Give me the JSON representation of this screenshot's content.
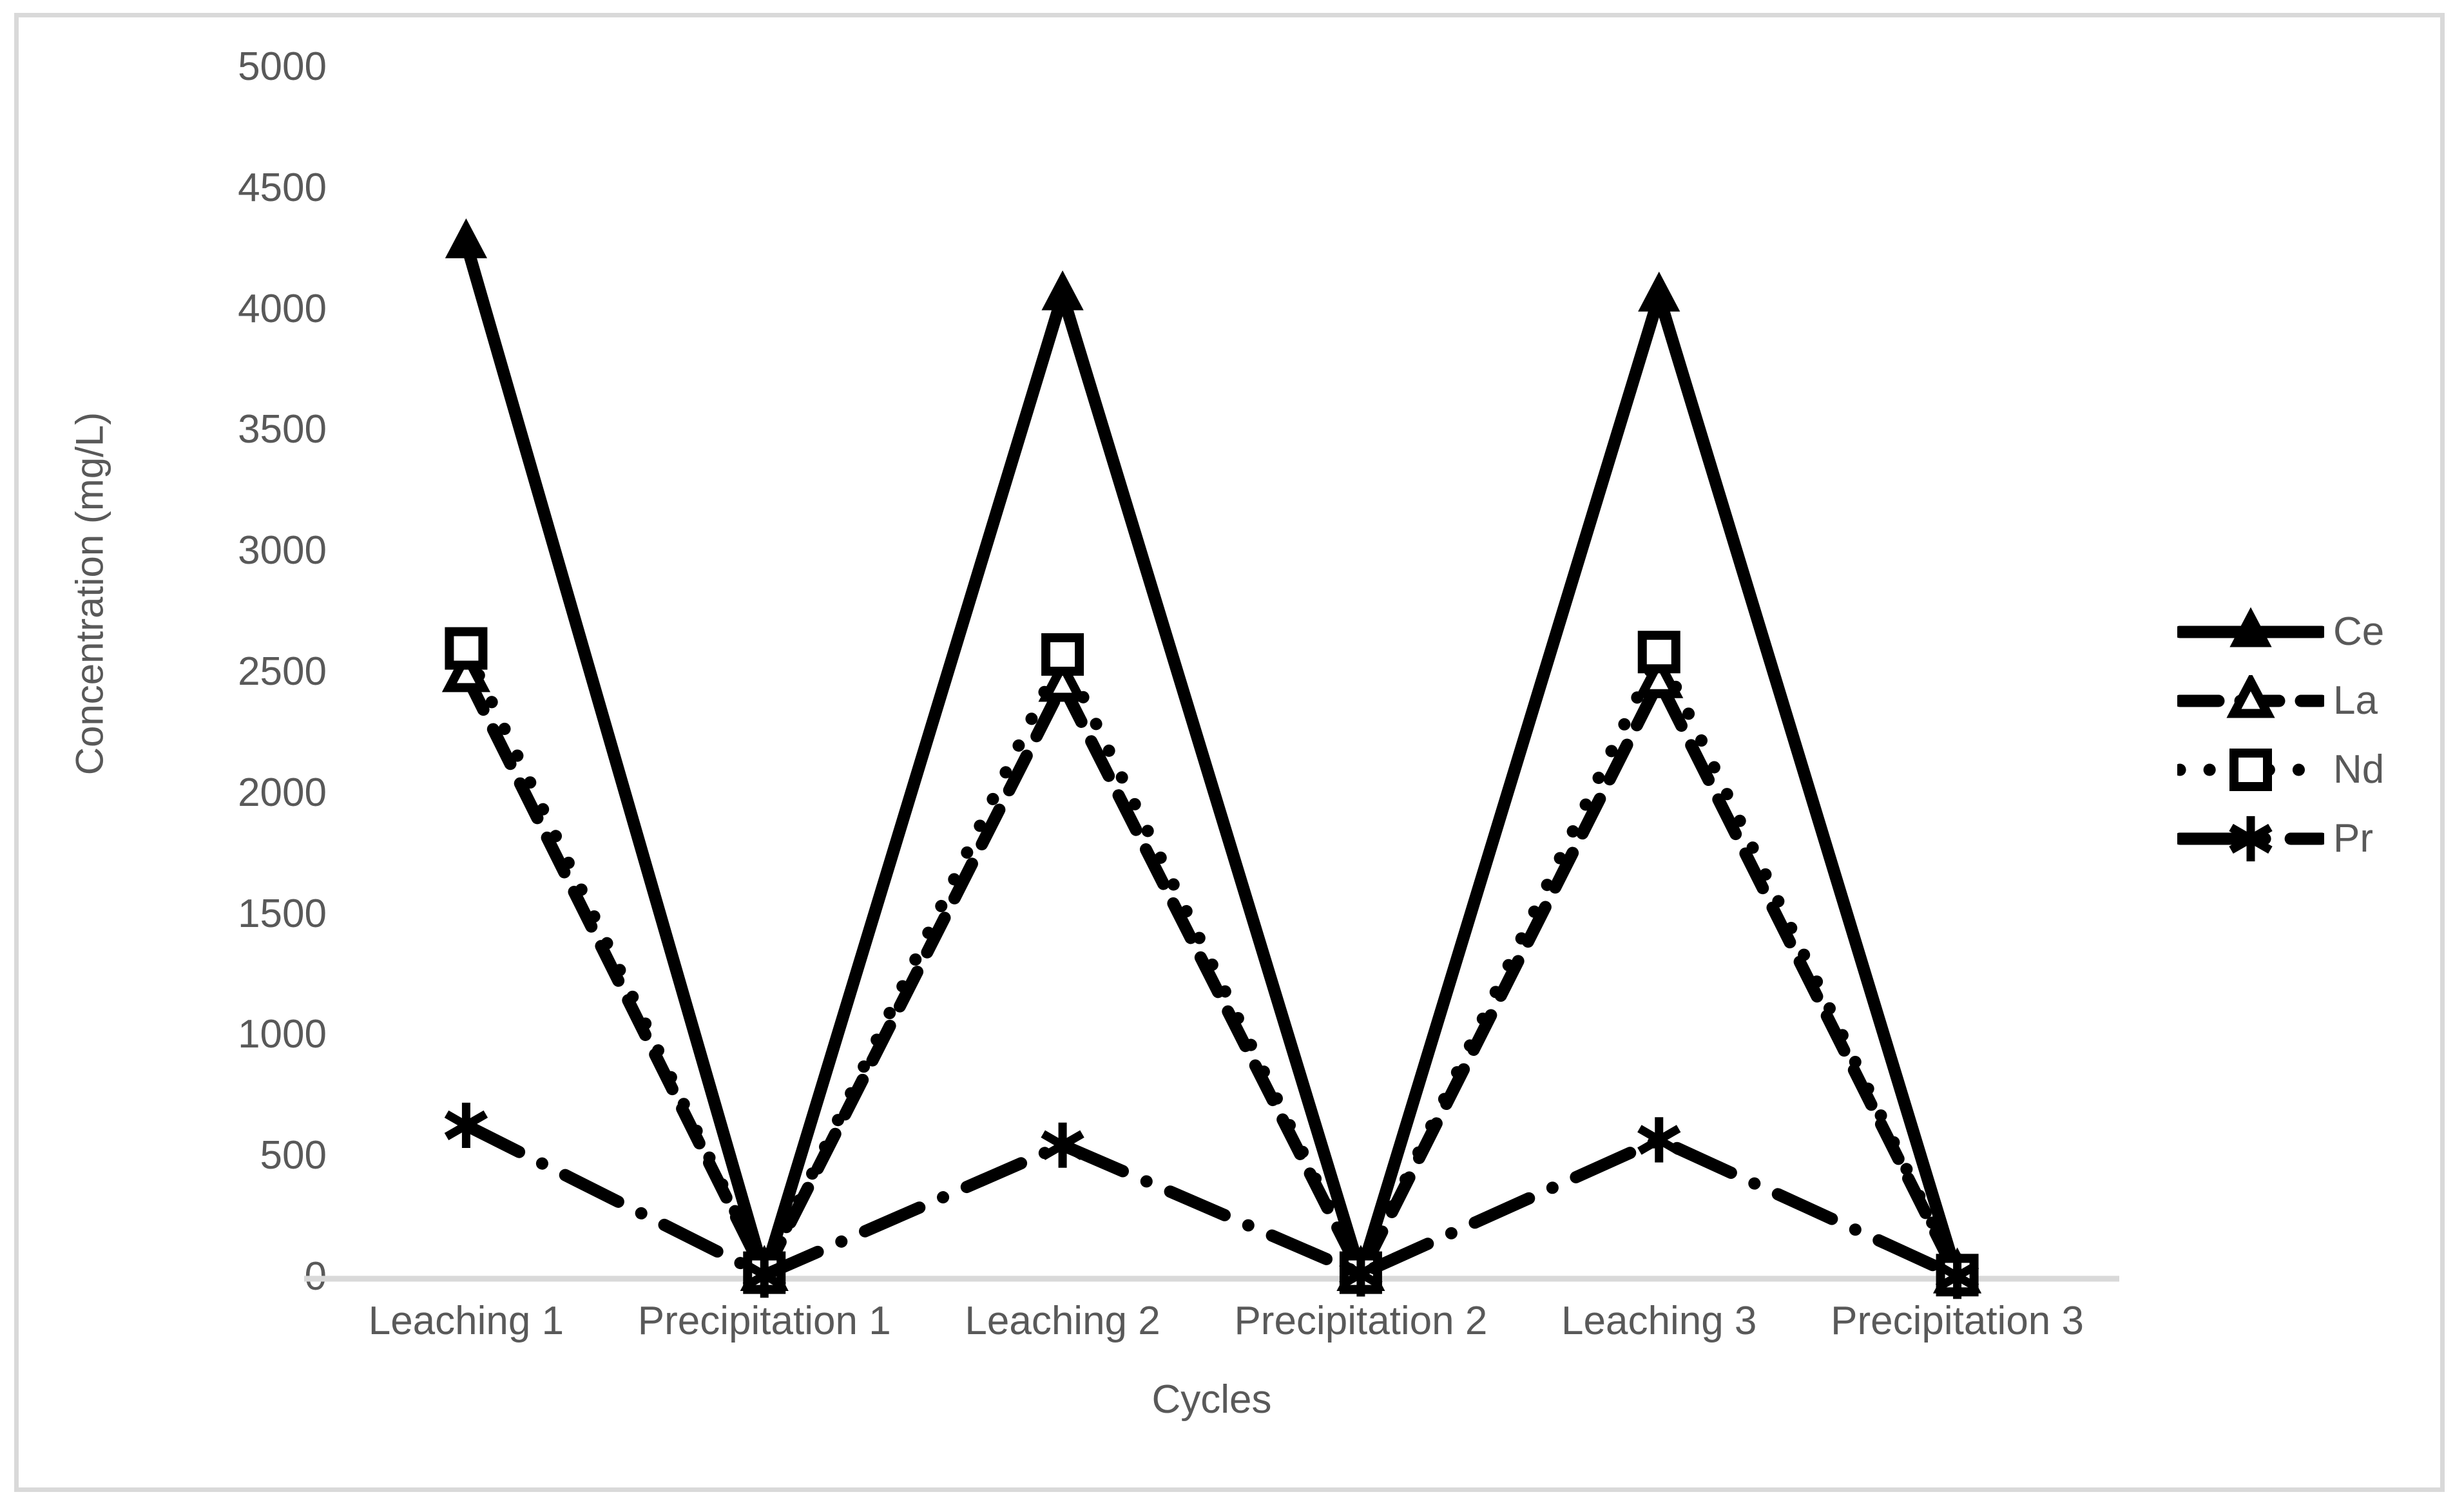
{
  "chart_data": {
    "type": "line",
    "title": "",
    "xlabel": "Cycles",
    "ylabel": "Concentration (mg/L)",
    "categories": [
      "Leaching 1",
      "Precipitation 1",
      "Leaching 2",
      "Precipitation 2",
      "Leaching 3",
      "Precipitation 3"
    ],
    "ylim": [
      0,
      5000
    ],
    "yticks": [
      0,
      500,
      1000,
      1500,
      2000,
      2500,
      3000,
      3500,
      4000,
      4500,
      5000
    ],
    "ytick_labels": [
      "0",
      "500",
      "1000",
      "1500",
      "2000",
      "2500",
      "3000",
      "3500",
      "4000",
      "4500",
      "5000"
    ],
    "grid": false,
    "legend_position": "right",
    "series": [
      {
        "name": "Ce",
        "marker": "filled-triangle",
        "line_style": "solid",
        "color": "#000000",
        "values": [
          4280,
          15,
          4065,
          20,
          4060,
          10
        ]
      },
      {
        "name": "La",
        "marker": "open-triangle",
        "line_style": "dashed",
        "color": "#000000",
        "values": [
          2495,
          20,
          2455,
          20,
          2470,
          10
        ]
      },
      {
        "name": "Nd",
        "marker": "open-square",
        "line_style": "dotted",
        "color": "#000000",
        "values": [
          2605,
          25,
          2580,
          25,
          2590,
          15
        ]
      },
      {
        "name": "Pr",
        "marker": "asterisk",
        "line_style": "dash-dot",
        "color": "#000000",
        "values": [
          634,
          15,
          552,
          20,
          574,
          10
        ]
      }
    ]
  },
  "axis": {
    "y_title": "Concentration (mg/L)",
    "x_title": "Cycles",
    "y_labels": [
      "5000",
      "4500",
      "4000",
      "3500",
      "3000",
      "2500",
      "2000",
      "1500",
      "1000",
      "500",
      "0"
    ],
    "x_labels": [
      "Leaching 1",
      "Precipitation 1",
      "Leaching 2",
      "Precipitation 2",
      "Leaching 3",
      "Precipitation 3"
    ],
    "axis_line_color": "#d9d9d9",
    "tick_text_color": "#595959"
  },
  "legend": {
    "items": [
      {
        "label": "Ce",
        "icon": "filled-triangle-solid-line-icon"
      },
      {
        "label": "La",
        "icon": "open-triangle-dashed-line-icon"
      },
      {
        "label": "Nd",
        "icon": "open-square-dotted-line-icon"
      },
      {
        "label": "Pr",
        "icon": "asterisk-dashdot-line-icon"
      }
    ]
  },
  "frame": {
    "border_color": "#d9d9d9",
    "background": "#ffffff"
  }
}
